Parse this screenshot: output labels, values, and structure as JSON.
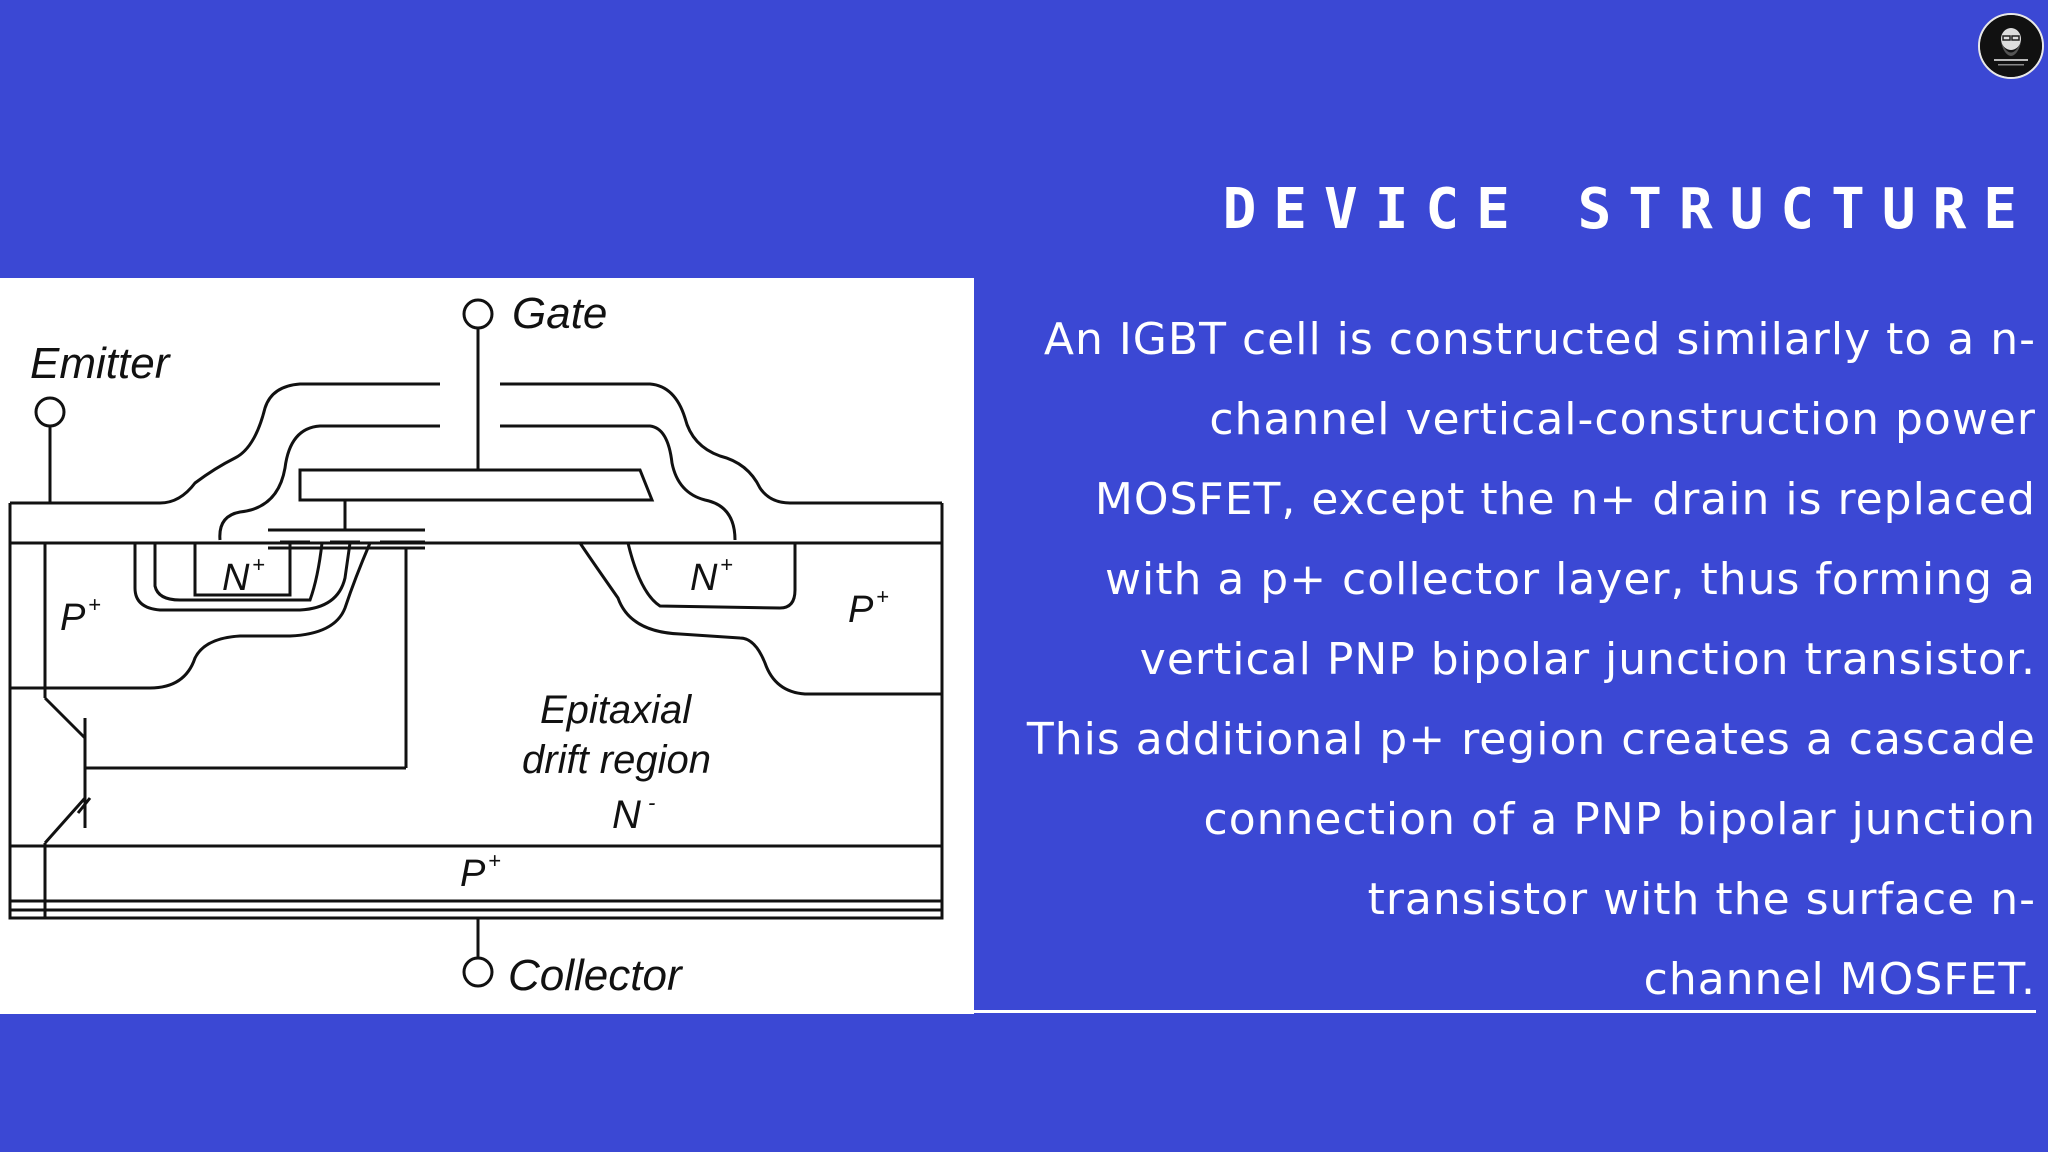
{
  "slide": {
    "title": "DEVICE STRUCTURE",
    "body_lines": [
      "An IGBT cell is constructed similarly to a n-",
      "channel vertical-construction power",
      "MOSFET, except the n+ drain is replaced",
      "with a p+ collector layer, thus forming a",
      "vertical PNP bipolar junction transistor.",
      "This additional p+ region creates a cascade",
      "connection of a PNP bipolar junction",
      "transistor with the surface n-",
      "channel MOSFET."
    ]
  },
  "diagram": {
    "labels": {
      "gate": "Gate",
      "emitter": "Emitter",
      "collector": "Collector",
      "n_plus_left": "N",
      "n_plus_right": "N",
      "p_plus_left": "P",
      "p_plus_right": "P",
      "p_plus_bottom": "P",
      "plus_sup": "+",
      "minus_sup": "-",
      "epitaxial": "Epitaxial",
      "drift_region": "drift region",
      "n_minus": "N"
    }
  },
  "colors": {
    "background": "#3b48d4",
    "text": "#ffffff",
    "panel": "#ffffff",
    "ink": "#111111"
  },
  "icons": {
    "logo": "bearded-man-logo"
  }
}
